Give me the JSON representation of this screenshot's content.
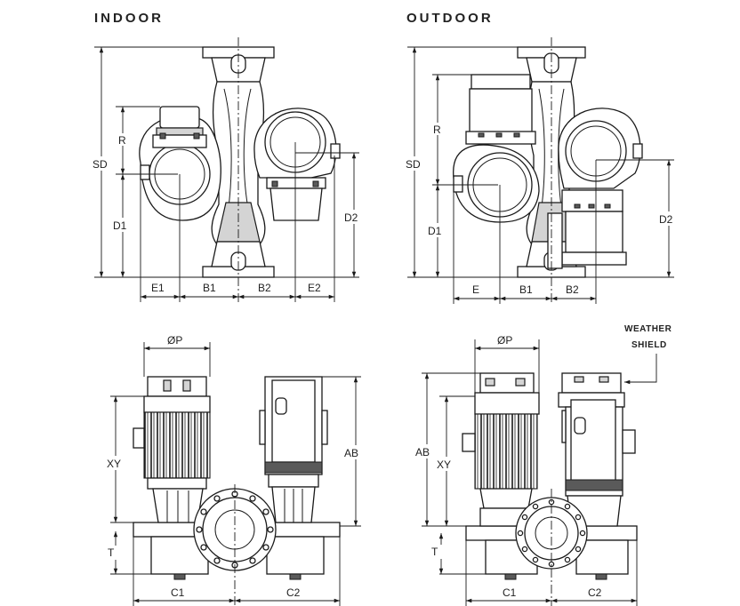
{
  "headings": {
    "indoor": "INDOOR",
    "outdoor": "OUTDOOR"
  },
  "labels": {
    "sd": "SD",
    "r": "R",
    "d1": "D1",
    "d2": "D2",
    "e1": "E1",
    "e2": "E2",
    "e": "E",
    "b1": "B1",
    "b2": "B2",
    "diameter_p": "ØP",
    "xy": "XY",
    "ab": "AB",
    "t": "T",
    "c1": "C1",
    "c2": "C2"
  },
  "callouts": {
    "weather_shield_line1": "WEATHER",
    "weather_shield_line2": "SHIELD"
  }
}
